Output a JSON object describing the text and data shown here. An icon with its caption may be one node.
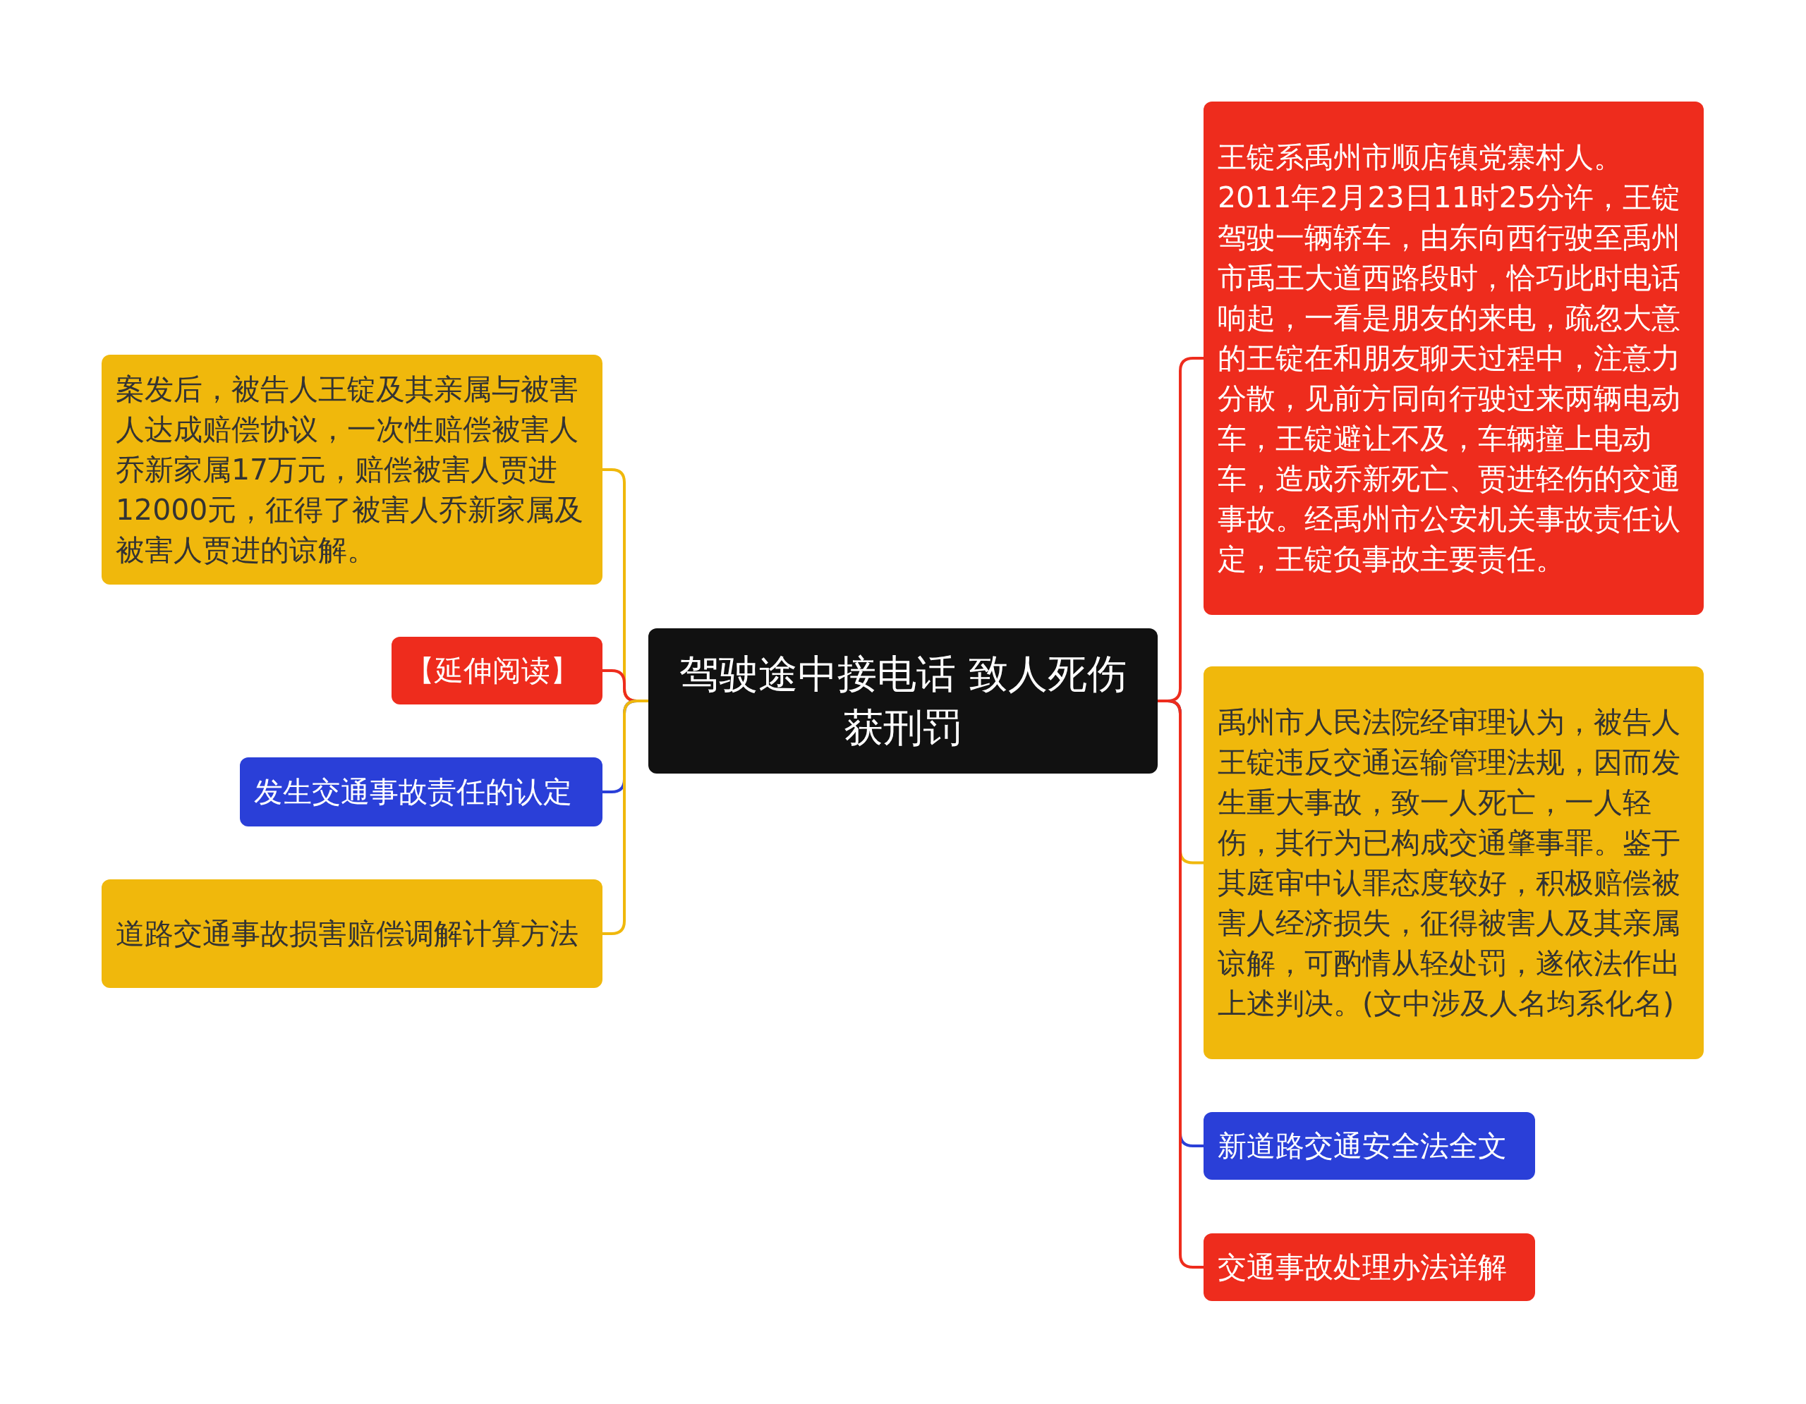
{
  "diagram": {
    "nodes": [
      {
        "text": [
          "驾驶途中接电话 致人死伤获刑罚"
        ]
      },
      {
        "text": [
          "案发后，被告人王锭及其亲属与被害人达成赔偿协议，一次性赔偿被害人乔新家属17万元，赔偿被害人贾进12000元，征得了被害人乔新家属及被害人贾进的谅解。"
        ]
      },
      {
        "text": [
          "【延伸阅读】"
        ]
      },
      {
        "text": [
          "发生交通事故责任的认定"
        ]
      },
      {
        "text": [
          "道路交通事故损害赔偿调解计算方法"
        ]
      },
      {
        "text": [
          "王锭系禹州市顺店镇党寨村人。2011年2月23日11时25分许，王锭驾驶一辆轿车，由东向西行驶至禹州市禹王大道西路段时，恰巧此时电话响起，一看是朋友的来电，疏忽大意的王锭在和朋友聊天过程中，注意力分散，见前方同向行驶过来两辆电动车，王锭避让不及，车辆撞上电动车，造成乔新死亡、贾进轻伤的交通事故。经禹州市公安机关事故责任认定，王锭负事故主要责任。"
        ]
      },
      {
        "text": [
          "禹州市人民法院经审理认为，被告人王锭违反交通运输管理法规，因而发生重大事故，致一人死亡，一人轻伤，其行为已构成交通肇事罪。鉴于其庭审中认罪态度较好，积极赔偿被害人经济损失，征得被害人及其亲属谅解，可酌情从轻处罚，遂依法作出上述判决。(文中涉及人名均系化名)"
        ]
      },
      {
        "text": [
          "新道路交通安全法全文"
        ]
      },
      {
        "text": [
          "交通事故处理办法详解"
        ]
      }
    ],
    "edges": [
      {
        "from": 0,
        "to": 1,
        "arrow": "none",
        "color": "#f0b80c"
      },
      {
        "from": 0,
        "to": 2,
        "arrow": "none",
        "color": "#ee2c1d"
      },
      {
        "from": 0,
        "to": 3,
        "arrow": "none",
        "color": "#2a3fd8"
      },
      {
        "from": 0,
        "to": 4,
        "arrow": "none",
        "color": "#f0b80c"
      },
      {
        "from": 0,
        "to": 5,
        "arrow": "none",
        "color": "#ee2c1d"
      },
      {
        "from": 0,
        "to": 6,
        "arrow": "none",
        "color": "#f0b80c"
      },
      {
        "from": 0,
        "to": 7,
        "arrow": "none",
        "color": "#2a3fd8"
      },
      {
        "from": 0,
        "to": 8,
        "arrow": "none",
        "color": "#ee2c1d"
      }
    ]
  }
}
